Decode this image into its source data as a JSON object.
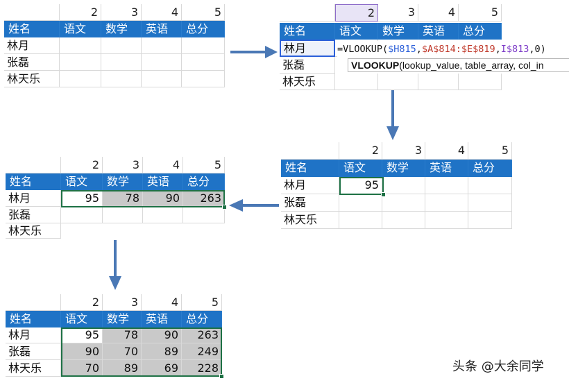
{
  "column_numbers": [
    "2",
    "3",
    "4",
    "5"
  ],
  "headers": [
    "姓名",
    "语文",
    "数学",
    "英语",
    "总分"
  ],
  "names": [
    "林月",
    "张磊",
    "林天乐"
  ],
  "scores": [
    [
      "95",
      "78",
      "90",
      "263"
    ],
    [
      "90",
      "70",
      "89",
      "249"
    ],
    [
      "70",
      "89",
      "69",
      "228"
    ]
  ],
  "step2": {
    "formula_prefix": "=VLOOKUP(",
    "arg1": "$H815",
    "sep1": ", ",
    "arg2": "$A$814:$E$819",
    "sep2": ", ",
    "arg3": "I$813",
    "tail": ",0)",
    "tooltip_func": "VLOOKUP",
    "tooltip_args": "(lookup_value, table_array, col_in"
  },
  "colors": {
    "header_bg": "#1f73c6",
    "arrow": "#4a78b5",
    "selection": "#1e7145",
    "formula_arg1": "#2b5fd9",
    "formula_arg2": "#c0392b",
    "formula_arg3": "#7d3cc8"
  },
  "watermark": "头条 @大余同学"
}
